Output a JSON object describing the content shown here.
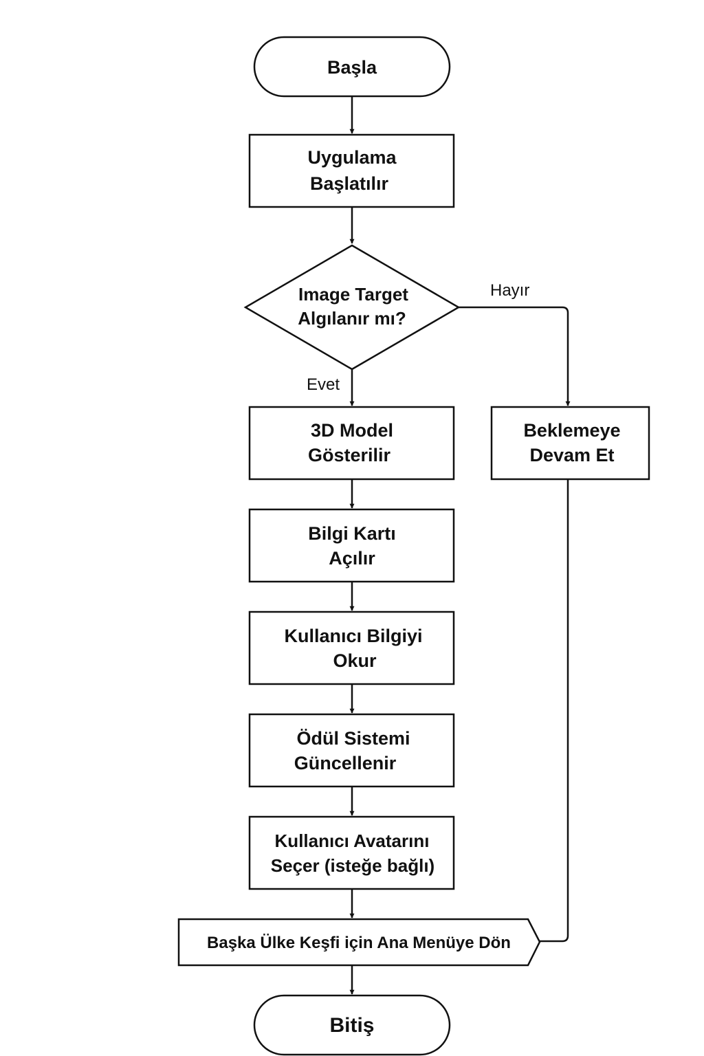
{
  "diagram": {
    "nodes": {
      "start": {
        "label": "Başla"
      },
      "app_start": {
        "lines": [
          "Uygulama",
          "Başlatılır"
        ]
      },
      "decision": {
        "lines": [
          "Image Target",
          "Algılanır mı?"
        ]
      },
      "wait": {
        "lines": [
          "Beklemeye",
          "Devam Et"
        ]
      },
      "show_model": {
        "lines": [
          "3D Model",
          "Gösterilir"
        ]
      },
      "info_card": {
        "lines": [
          "Bilgi Kartı",
          "Açılır"
        ]
      },
      "read_info": {
        "lines": [
          "Kullanıcı Bilgiyi",
          "Okur"
        ]
      },
      "reward": {
        "lines": [
          "Ödül Sistemi",
          "Güncellenir"
        ]
      },
      "avatar": {
        "lines": [
          "Kullanıcı Avatarını",
          "Seçer (isteğe bağlı)"
        ]
      },
      "return_menu": {
        "label": "Başka Ülke Keşfi için Ana Menüye Dön"
      },
      "end": {
        "label": "Bitiş"
      }
    },
    "edge_labels": {
      "yes": "Evet",
      "no": "Hayır"
    },
    "colors": {
      "stroke": "#111111",
      "fill": "#ffffff",
      "text": "#111111"
    }
  }
}
